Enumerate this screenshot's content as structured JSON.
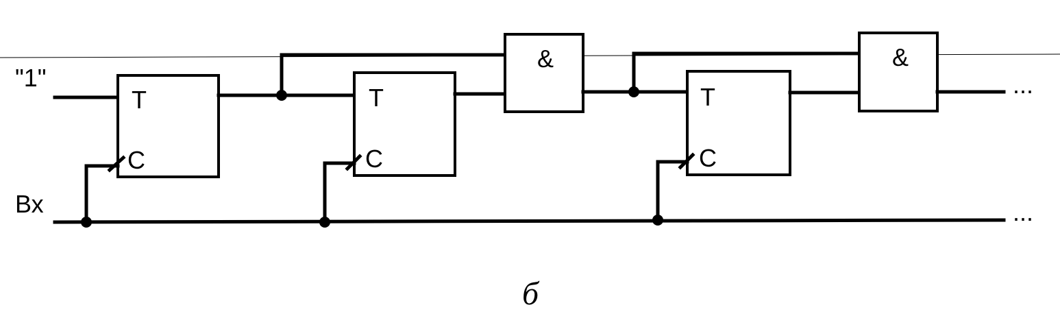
{
  "input_one_label": "\"1\"",
  "input_clock_label": "Вх",
  "trigger_t_label": "T",
  "trigger_c_label": "C",
  "and_gate_label": "&",
  "continuation_mark": "...",
  "caption": "б",
  "colors": {
    "line": "#000000",
    "background": "#ffffff"
  }
}
